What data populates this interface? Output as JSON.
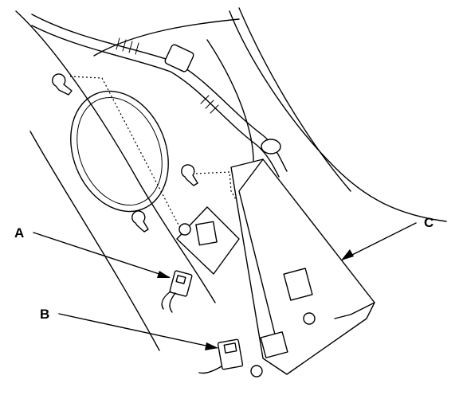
{
  "callouts": {
    "a": "A",
    "b": "B",
    "c": "C"
  },
  "parts": [
    {
      "id": "A",
      "description": "connector-a"
    },
    {
      "id": "B",
      "description": "connector-b"
    },
    {
      "id": "C",
      "description": "control-unit"
    }
  ]
}
